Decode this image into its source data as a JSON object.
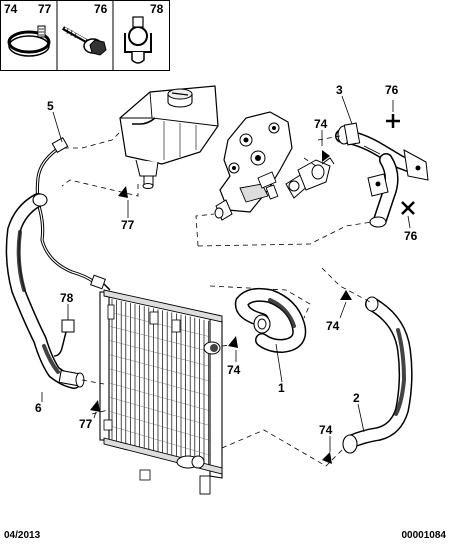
{
  "legend": [
    {
      "num": "74",
      "icon": "hose-clamp-icon"
    },
    {
      "num": "77",
      "icon": "hose-clamp-icon"
    },
    {
      "num": "76",
      "icon": "flange-bolt-icon"
    },
    {
      "num": "78",
      "icon": "hose-clip-icon"
    }
  ],
  "callouts": {
    "c5": "5",
    "c3": "3",
    "c76_top": "76",
    "c74_thermo": "74",
    "c77_tank": "77",
    "c76_right": "76",
    "c78": "78",
    "c74_mid": "74",
    "c74_right": "74",
    "c1": "1",
    "c6": "6",
    "c77_bottom": "77",
    "c2": "2",
    "c74_bottom": "74"
  },
  "footer": {
    "date": "04/2013",
    "ref": "00001084"
  }
}
